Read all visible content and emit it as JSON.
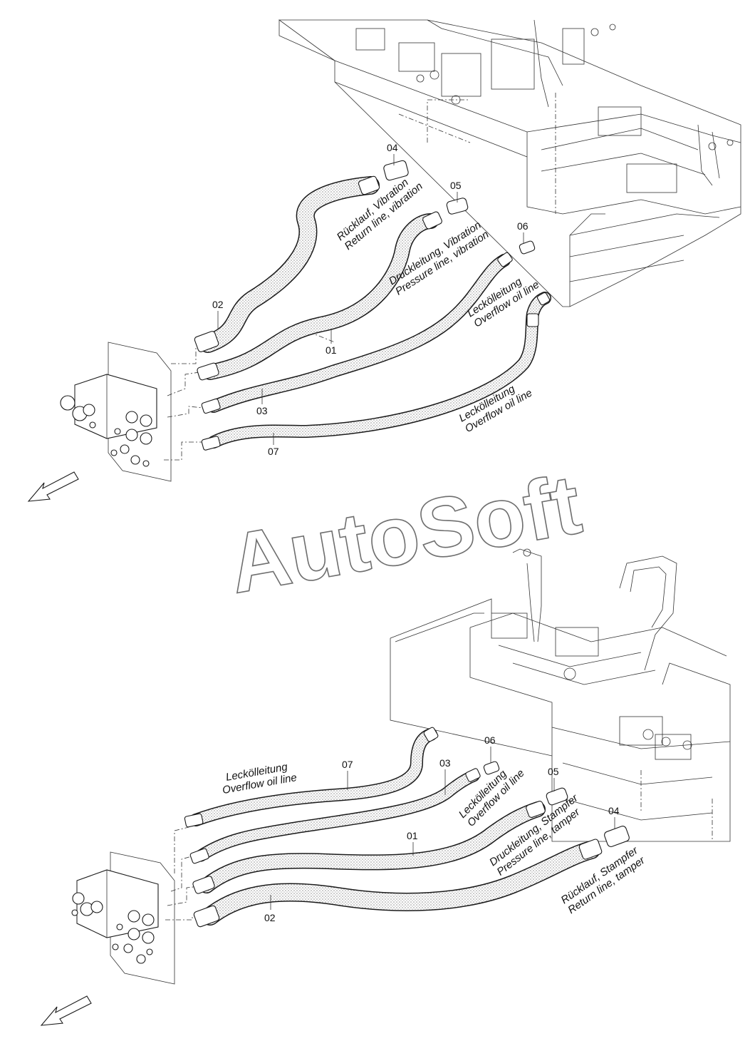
{
  "watermark": "AutoSoft",
  "top_diagram": {
    "callouts": [
      "04",
      "05",
      "06",
      "02",
      "01",
      "03",
      "07"
    ],
    "labels": {
      "return_de": "Rücklauf, Vibration",
      "return_en": "Return line, vibration",
      "pressure_de": "Druckleitung, Vibration",
      "pressure_en": "Pressure line, vibration",
      "leak1_de": "Leckölleitung",
      "leak1_en": "Overflow oil line",
      "leak2_de": "Leckölleitung",
      "leak2_en": "Overflow oil line"
    }
  },
  "bottom_diagram": {
    "callouts": [
      "07",
      "03",
      "06",
      "05",
      "01",
      "04",
      "02"
    ],
    "labels": {
      "leak1_de": "Leckölleitung",
      "leak1_en": "Overflow oil line",
      "leak2_de": "Leckölleitung",
      "leak2_en": "Overflow oil line",
      "pressure_de": "Druckleitung, Stampfer",
      "pressure_en": "Pressure line, tamper",
      "return_de": "Rücklauf, Stampfer",
      "return_en": "Return line, tamper"
    }
  }
}
